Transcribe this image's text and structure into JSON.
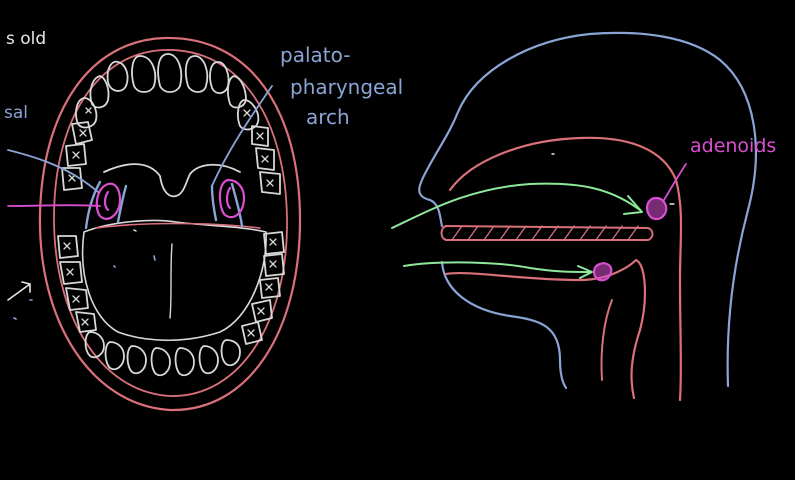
{
  "colors": {
    "background": "#000000",
    "lip": "#d9707a",
    "teeth": "#d8d8d8",
    "blue": "#8aa4d6",
    "magenta": "#d94fd0",
    "green": "#8ee89a",
    "white": "#e8e8e8"
  },
  "labels": {
    "partial_top_left": "s old",
    "partial_left": "sal",
    "palato_line1": "palato-",
    "palato_line2": "pharyngeal",
    "palato_line3": "arch",
    "adenoids": "adenoids"
  }
}
